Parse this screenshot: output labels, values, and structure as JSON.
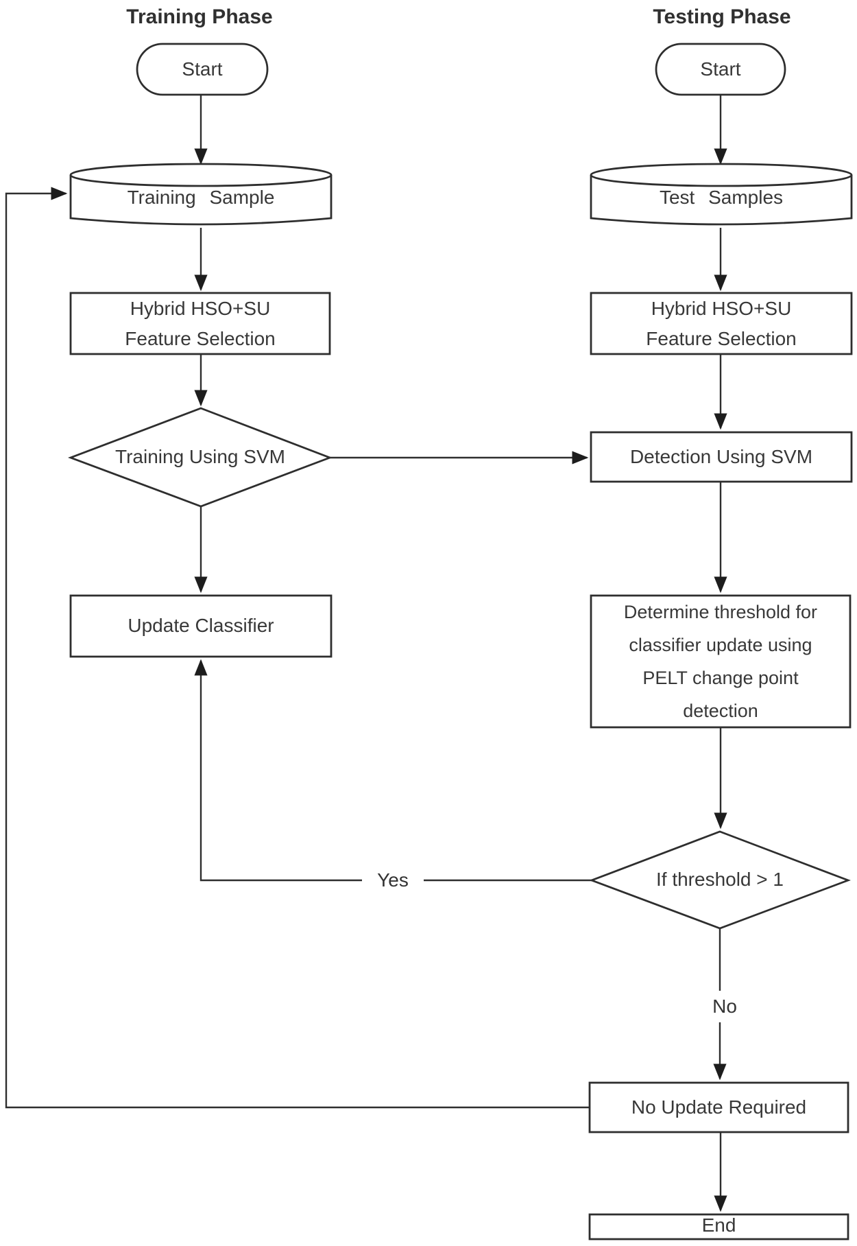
{
  "diagram": {
    "type": "flowchart",
    "colors": {
      "stroke": "#2e2e2e",
      "arrow_fill": "#1d1d1d",
      "shape_fill": "#ffffff",
      "text": "#383838"
    },
    "training_phase": {
      "title": "Training Phase",
      "start": "Start",
      "training_sample": "Training Sample",
      "feature_selection_lines": [
        "Hybrid HSO+SU",
        "Feature Selection"
      ],
      "svm_decision": "Training Using SVM",
      "update_classifier": "Update Classifier"
    },
    "testing_phase": {
      "title": "Testing Phase",
      "start": "Start",
      "test_samples": "Test Samples",
      "feature_selection_lines": [
        "Hybrid HSO+SU",
        "Feature Selection"
      ],
      "detection": "Detection Using SVM",
      "threshold_lines": [
        "Determine threshold for",
        "classifier update using",
        "PELT change point",
        "detection"
      ],
      "threshold_decision": "If threshold > 1",
      "no_update": "No Update Required",
      "end": "End"
    },
    "edge_labels": {
      "yes": "Yes",
      "no": "No"
    }
  }
}
